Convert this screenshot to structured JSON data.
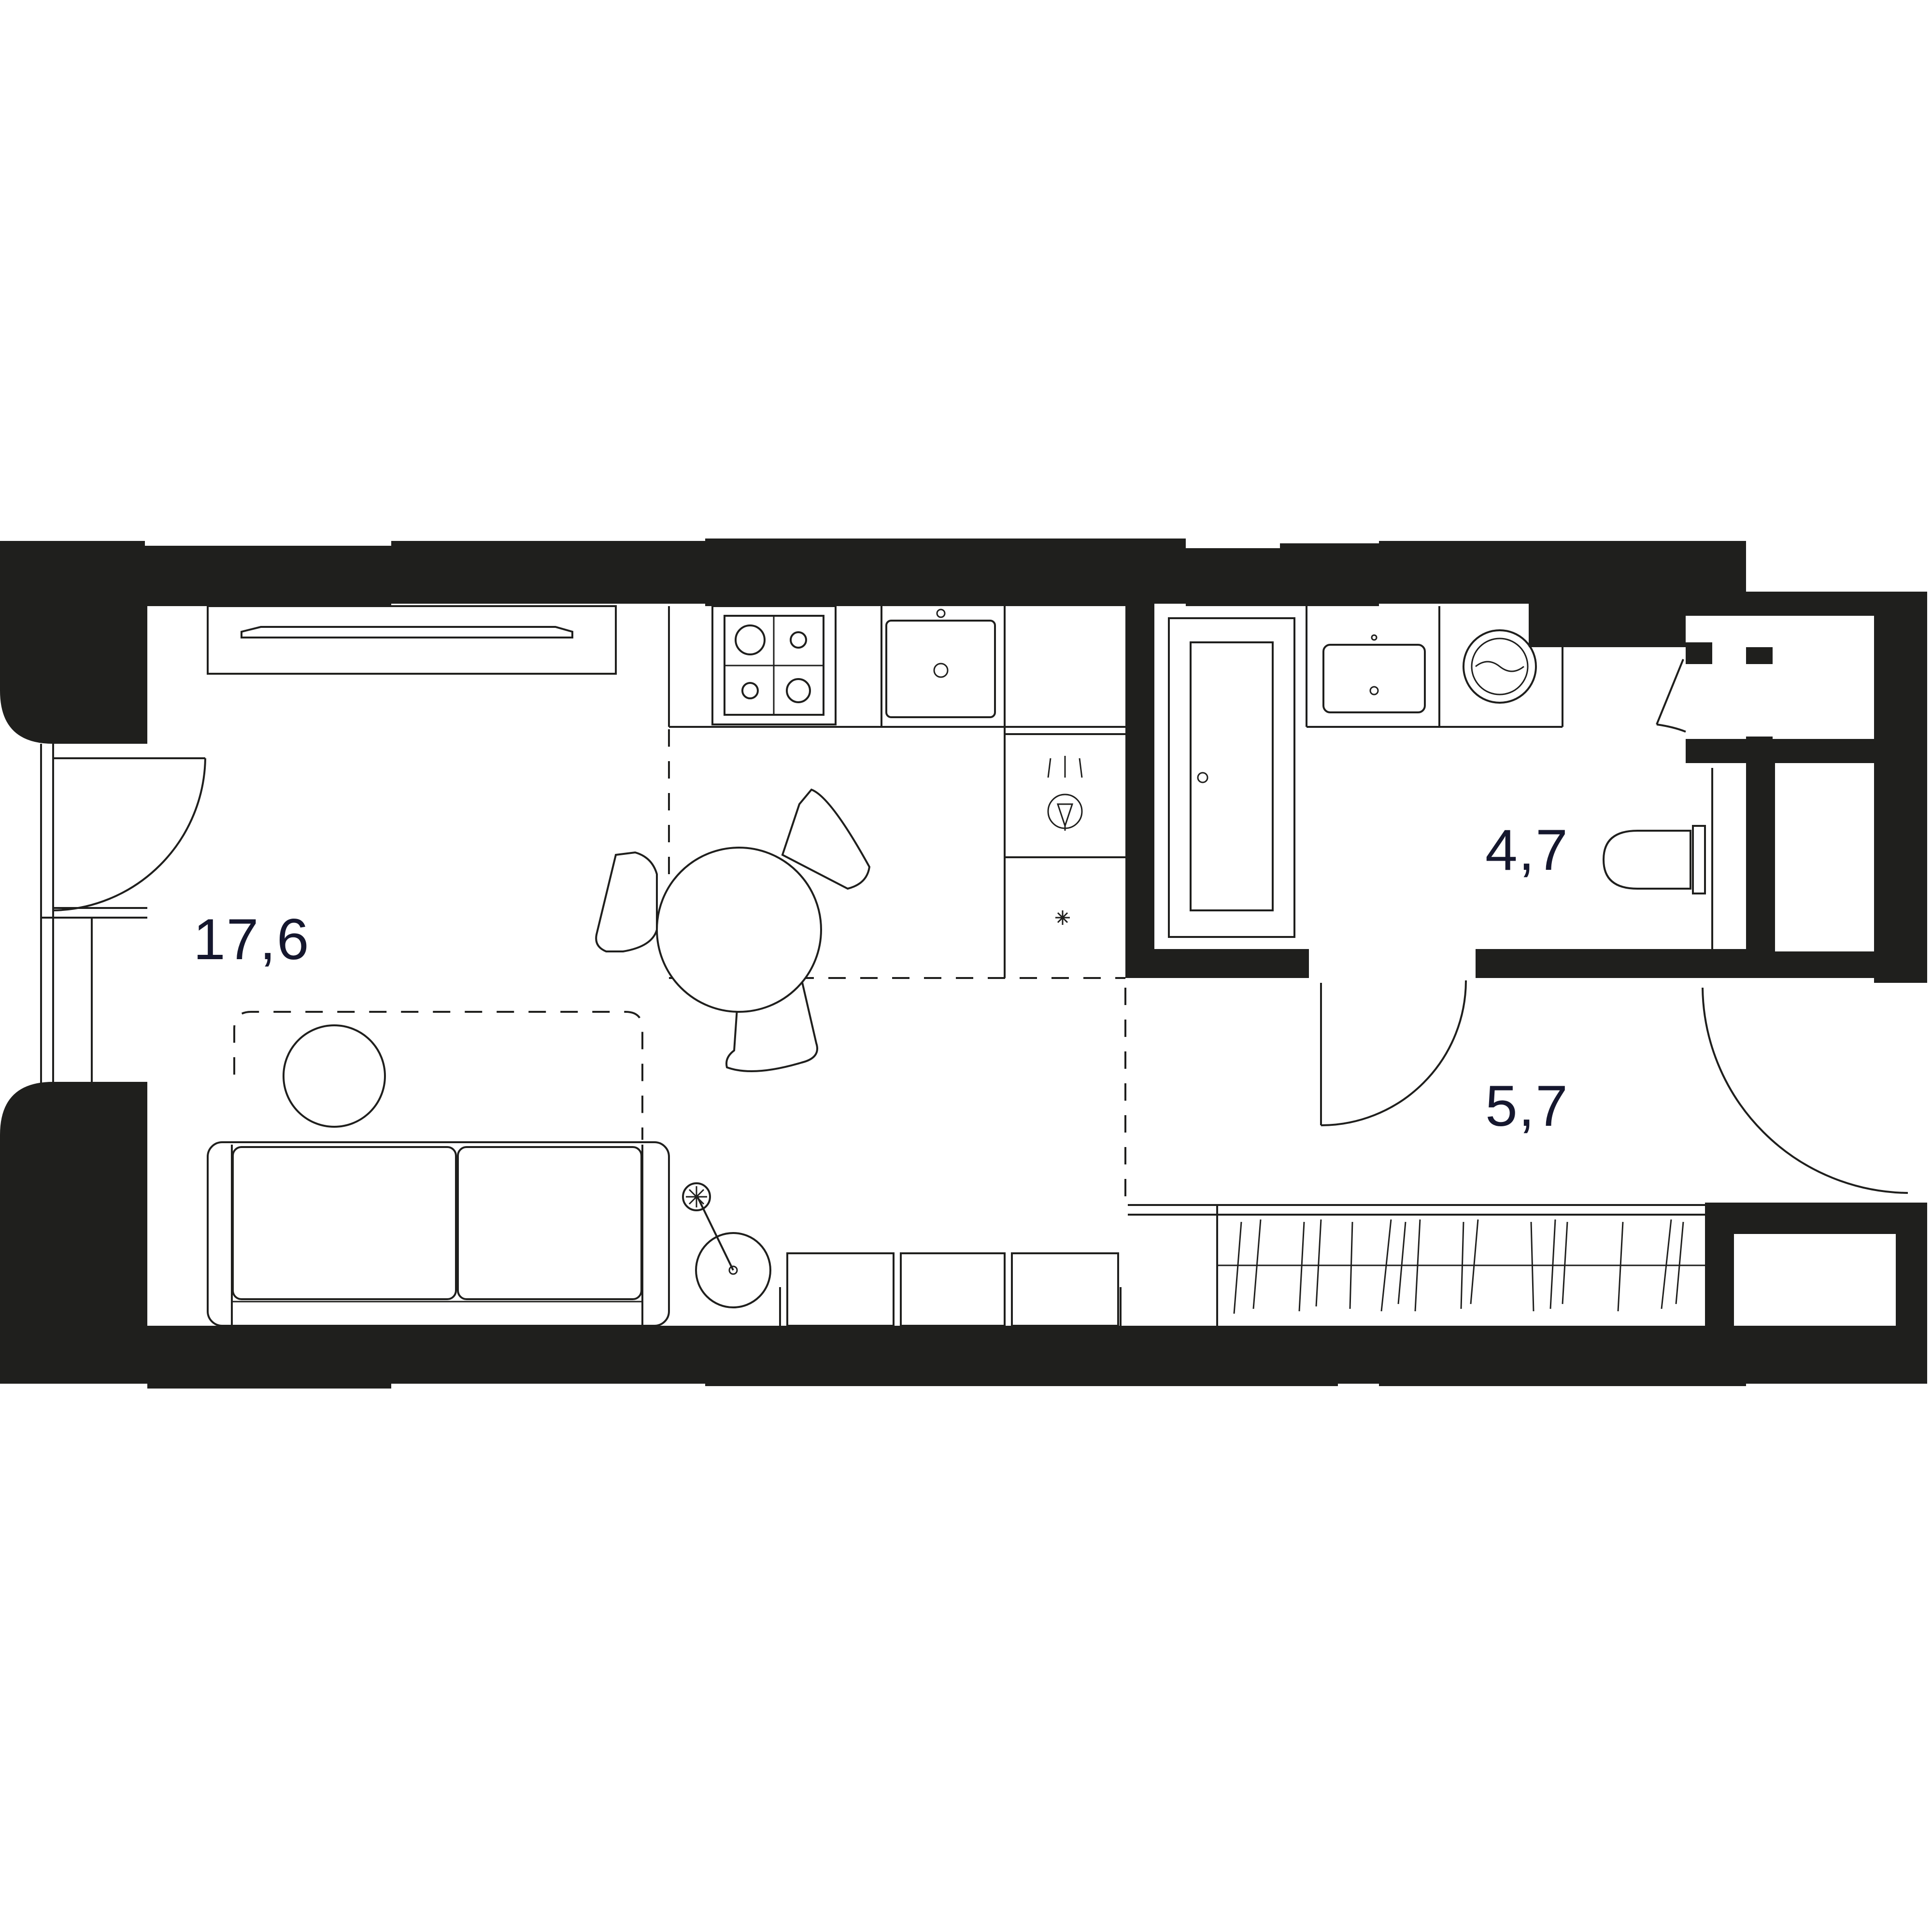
{
  "colors": {
    "wall": "#1f1f1d",
    "line": "#1f1f1d",
    "label": "#15172e",
    "background": "#ffffff"
  },
  "rooms": [
    {
      "id": "living-kitchen",
      "area": "17,6"
    },
    {
      "id": "bathroom",
      "area": "4,7"
    },
    {
      "id": "hallway",
      "area": "5,7"
    }
  ]
}
